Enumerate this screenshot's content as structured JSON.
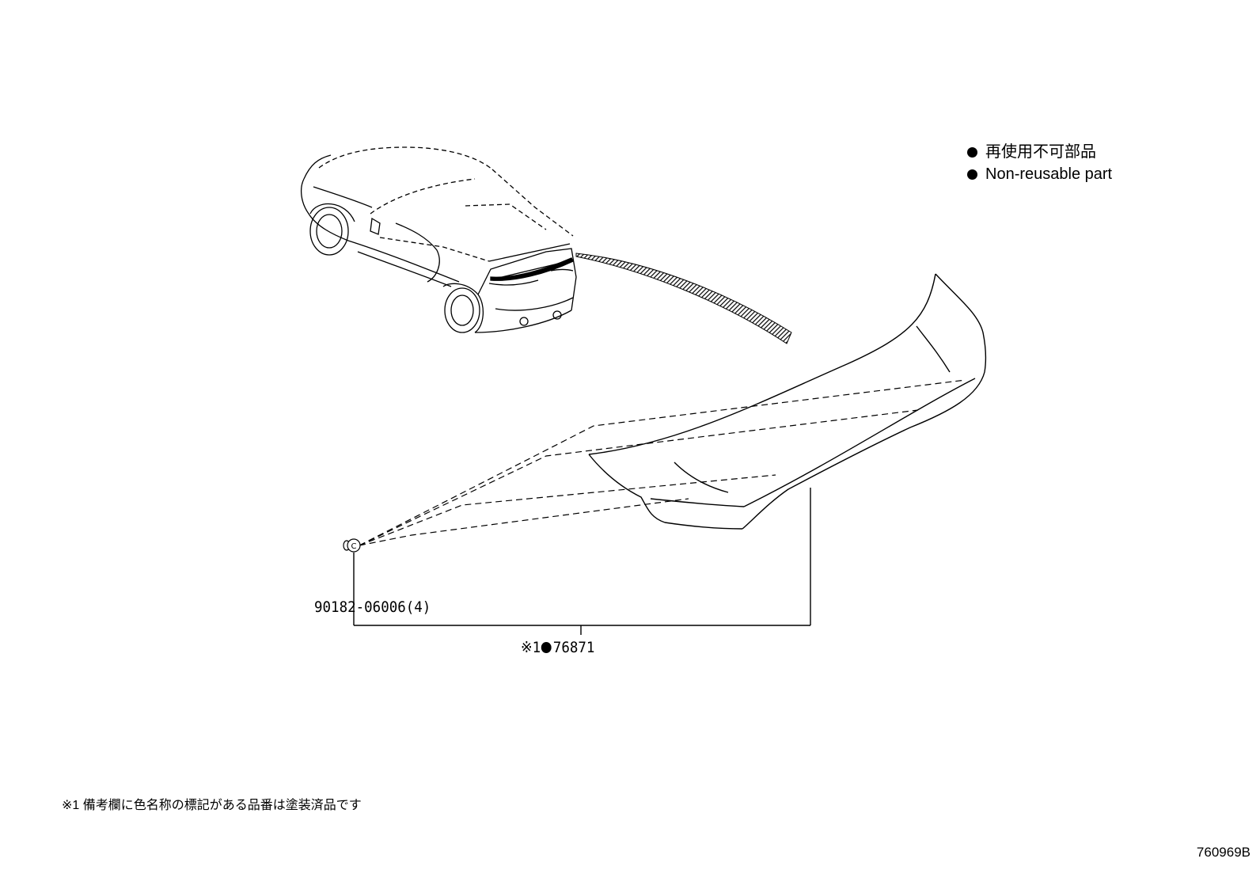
{
  "legend": {
    "items": [
      {
        "icon": "filled-circle",
        "text": "再使用不可部品"
      },
      {
        "icon": "filled-circle",
        "text": "Non-reusable part"
      }
    ]
  },
  "parts": {
    "clip": {
      "label": "90182-06006(4)",
      "icon_letter": "C"
    },
    "spoiler": {
      "note_mark": "※1",
      "icon": "filled-circle",
      "number": "76871"
    }
  },
  "footnote": "※1 備考欄に色名称の標記がある品番は塗装済品です",
  "drawing_id": "760969B"
}
